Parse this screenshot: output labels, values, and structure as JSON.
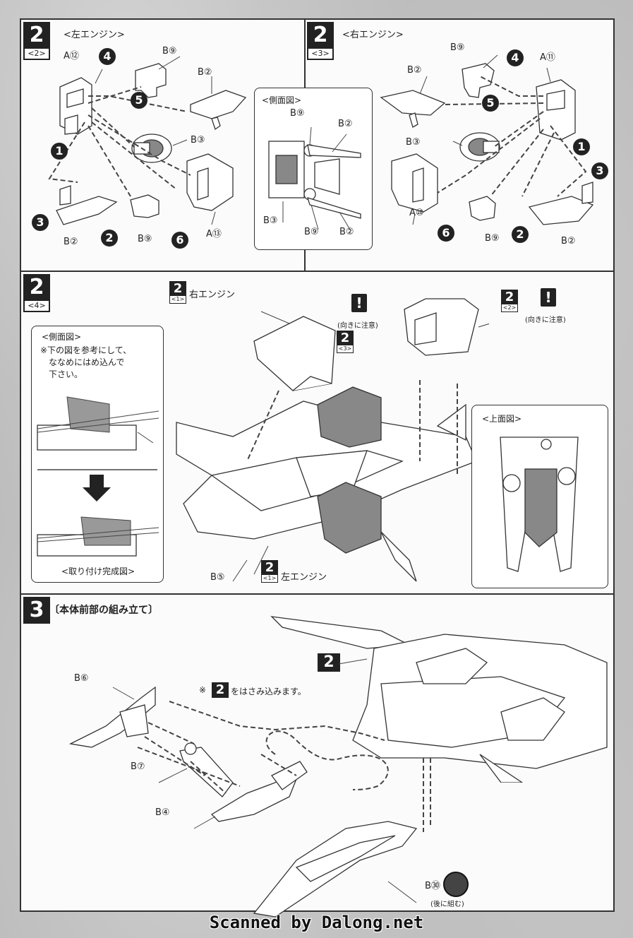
{
  "step2_2": {
    "num": "2",
    "sub": "<2>",
    "title": "<左エンジン>"
  },
  "step2_3": {
    "num": "2",
    "sub": "<3>",
    "title": "<右エンジン>"
  },
  "step2_4": {
    "num": "2",
    "sub": "<4>"
  },
  "step3": {
    "num": "3",
    "title": "〔本体前部の組み立て〕"
  },
  "left_engine_parts": {
    "a12": "A⑫",
    "b9": "B⑨",
    "b2a": "B②",
    "b3": "B③",
    "a13": "A⑬",
    "b2b": "B②",
    "b9b": "B⑨",
    "c4": "4",
    "c5": "5",
    "c1": "1",
    "c3": "3",
    "c2": "2",
    "c6": "6"
  },
  "side_view": {
    "title": "<側面図>",
    "b9a": "B⑨",
    "b2a": "B②",
    "b3": "B③",
    "b9b": "B⑨",
    "b2b": "B②"
  },
  "right_engine_parts": {
    "b9": "B⑨",
    "c4": "4",
    "a11": "A⑪",
    "b2a": "B②",
    "c5": "5",
    "b3": "B③",
    "c1": "1",
    "c3": "3",
    "a10": "A⑩",
    "c6": "6",
    "b9b": "B⑨",
    "c2": "2",
    "b2b": "B②"
  },
  "step4": {
    "right_engine_ref_num": "2",
    "right_engine_ref_sub": "<1>",
    "right_engine_label": "右エンジン",
    "left_engine_ref_num": "2",
    "left_engine_ref_sub": "<1>",
    "left_engine_label": "左エンジン",
    "ref3_num": "2",
    "ref3_sub": "<3>",
    "ref2_num": "2",
    "ref2_sub": "<2>",
    "warn_mark": "!",
    "warn1": "(向きに注意)",
    "warn2": "(向きに注意)",
    "b5": "B⑤",
    "side_panel_title": "<側面図>",
    "side_note": [
      "※下の図を参考にして、",
      "ななめにはめ込んで",
      "下さい。"
    ],
    "side_complete": "<取り付け完成図>",
    "top_panel_title": "<上面図>"
  },
  "step3_body": {
    "ref_num": "2",
    "b6": "B⑥",
    "b7": "B⑦",
    "b4": "B④",
    "b30": "B㉚",
    "note_mark": "※",
    "note_num": "2",
    "note_text": "をはさみ込みます。",
    "later": "(後に組む)"
  },
  "footer": "Scanned by Dalong.net"
}
